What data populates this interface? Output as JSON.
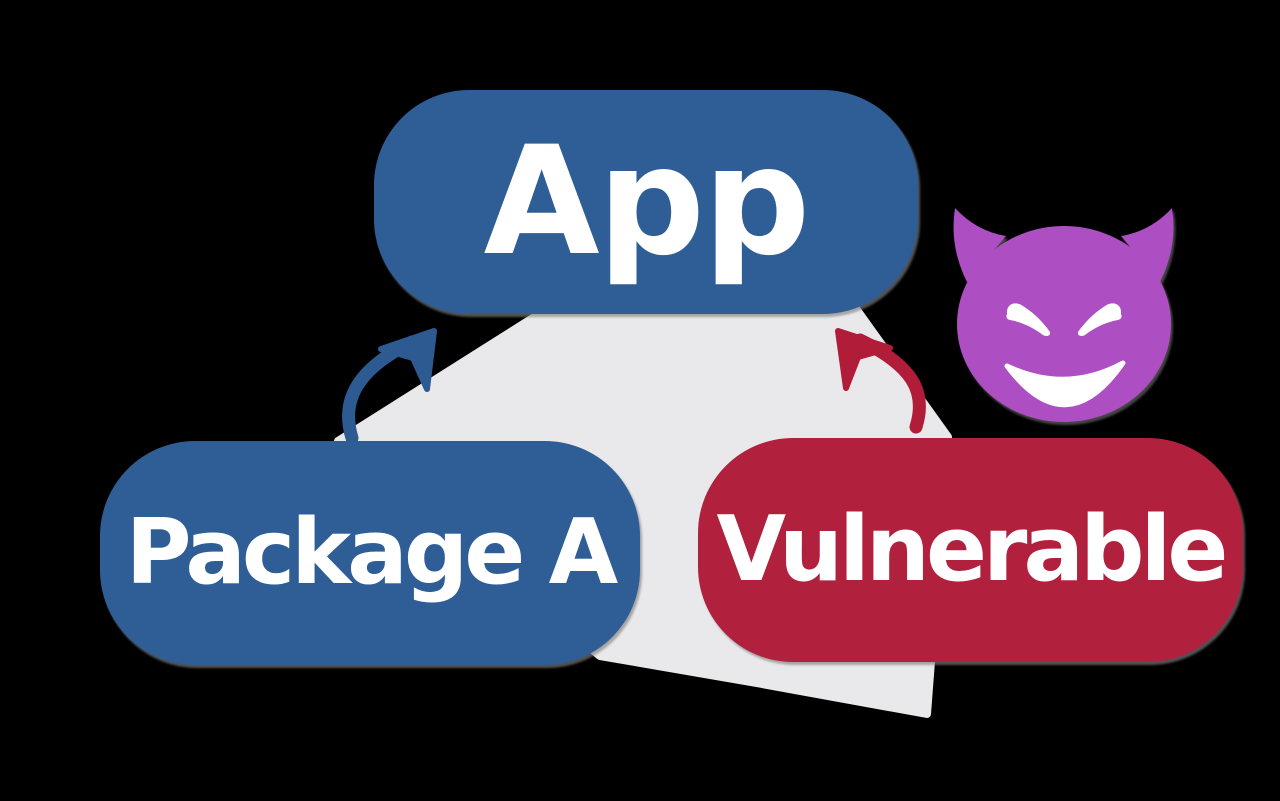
{
  "canvas": {
    "background": "#000000"
  },
  "colors": {
    "node_blue": "#2f5e96",
    "node_red": "#b1203c",
    "arrow_blue": "#2d5a91",
    "arrow_red": "#b11c38",
    "devil_purple": "#ad4fc2",
    "devil_features_white": "#ffffff",
    "backdrop_gray": "#e9e9eb",
    "label_text": "#ffffff"
  },
  "nodes": {
    "app": {
      "label": "App"
    },
    "package_a": {
      "label": "Package A"
    },
    "vulnerable": {
      "label": "Vulnerable"
    }
  },
  "edges": [
    {
      "id": "package-a-to-app",
      "from": "Package A",
      "to": "App"
    },
    {
      "id": "vulnerable-to-app",
      "from": "Vulnerable",
      "to": "App"
    }
  ],
  "icons": [
    {
      "name": "smiling-devil-icon"
    }
  ]
}
